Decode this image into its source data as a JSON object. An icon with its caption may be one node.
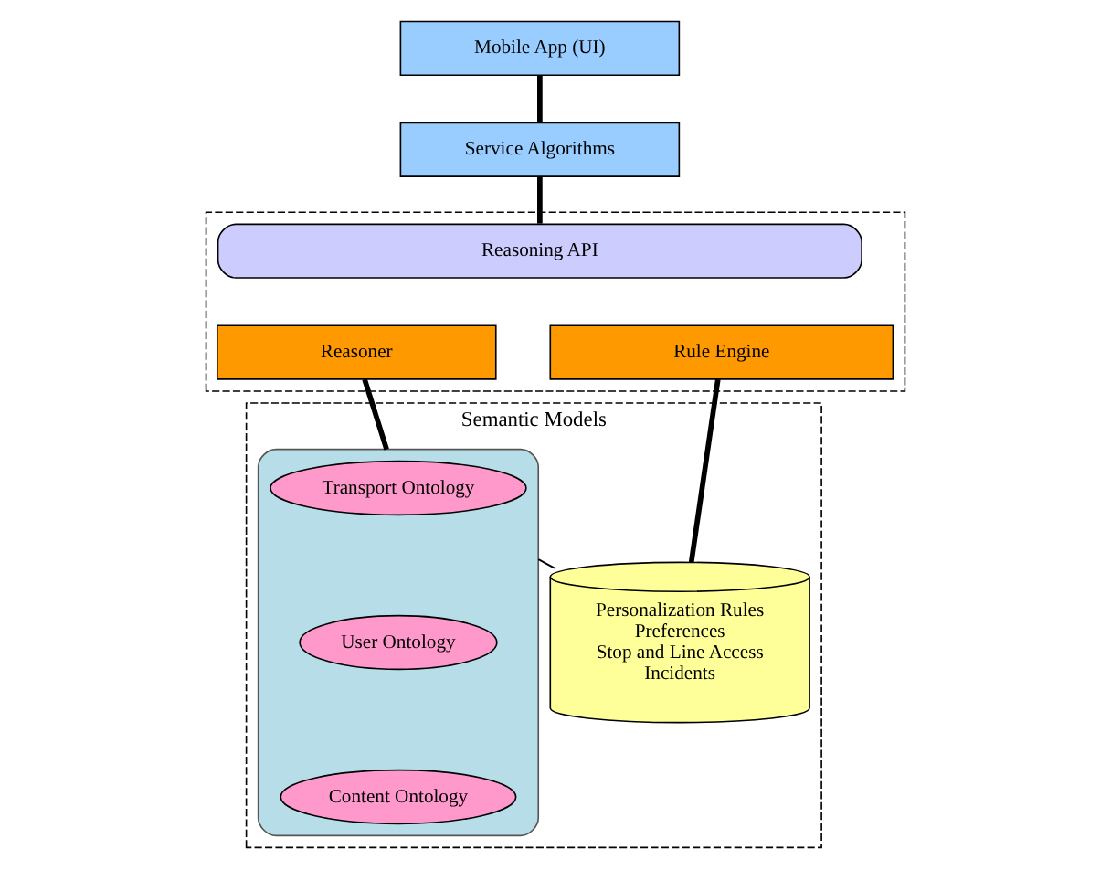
{
  "diagram": {
    "nodes": [
      {
        "text": [
          "Mobile App (UI)"
        ]
      },
      {
        "text": [
          "Service Algorithms"
        ]
      },
      {
        "text": [],
        "shape": "box"
      },
      {
        "text": [
          "Reasoning API"
        ],
        "in": 2
      },
      {
        "text": [
          "Reasoner"
        ],
        "in": 2
      },
      {
        "text": [
          "Rule Engine"
        ],
        "in": 2
      },
      {
        "text": [
          "Semantic Models"
        ]
      },
      {
        "text": [],
        "shape": "box",
        "in": 6
      },
      {
        "text": [
          "Transport Ontology"
        ],
        "in": 7
      },
      {
        "text": [
          "User Ontology"
        ],
        "in": 7
      },
      {
        "text": [
          "Content Ontology"
        ],
        "in": 7
      },
      {
        "text": [
          "Personalization Rules",
          "Preferences",
          "Stop and Line Access",
          "Incidents"
        ],
        "in": 6
      }
    ],
    "edges": [
      {
        "from": 0,
        "to": 1,
        "arrow": "none"
      },
      {
        "from": 1,
        "to": 3,
        "arrow": "none"
      },
      {
        "from": 4,
        "to": 7,
        "arrow": "none"
      },
      {
        "from": 5,
        "to": 11,
        "arrow": "none"
      },
      {
        "from": 7,
        "to": 11,
        "arrow": "none"
      }
    ]
  }
}
